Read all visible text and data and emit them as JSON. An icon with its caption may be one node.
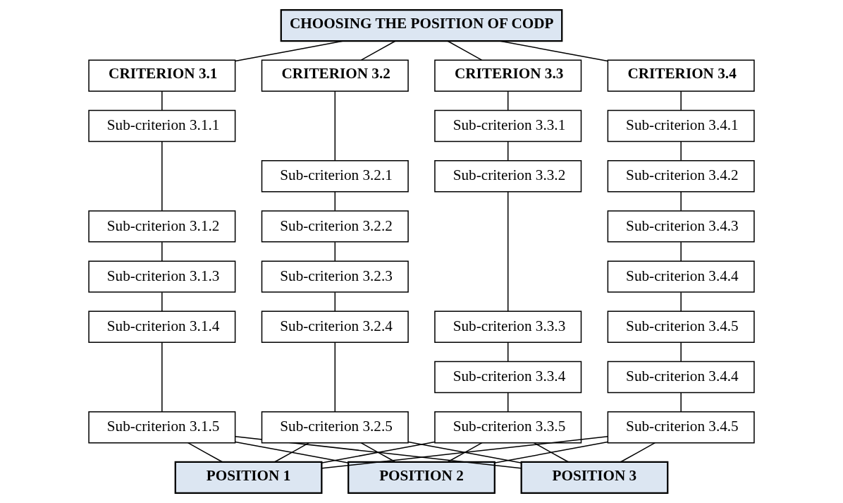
{
  "diagram": {
    "nodes": [
      {
        "text": [
          "CHOOSING THE POSITION OF CODP"
        ]
      },
      {
        "text": [
          "CRITERION 3.1"
        ]
      },
      {
        "text": [
          "CRITERION 3.2"
        ]
      },
      {
        "text": [
          "CRITERION 3.3"
        ]
      },
      {
        "text": [
          "CRITERION 3.4"
        ]
      },
      {
        "text": [
          "Sub-criterion 3.1.1"
        ]
      },
      {
        "text": [
          "Sub-criterion 3.1.2"
        ]
      },
      {
        "text": [
          "Sub-criterion 3.1.3"
        ]
      },
      {
        "text": [
          "Sub-criterion 3.1.4"
        ]
      },
      {
        "text": [
          "Sub-criterion 3.1.5"
        ]
      },
      {
        "text": [
          "Sub-criterion 3.2.1"
        ]
      },
      {
        "text": [
          "Sub-criterion 3.2.2"
        ]
      },
      {
        "text": [
          "Sub-criterion 3.2.3"
        ]
      },
      {
        "text": [
          "Sub-criterion 3.2.4"
        ]
      },
      {
        "text": [
          "Sub-criterion 3.2.5"
        ]
      },
      {
        "text": [
          "Sub-criterion 3.3.1"
        ]
      },
      {
        "text": [
          "Sub-criterion 3.3.2"
        ]
      },
      {
        "text": [
          "Sub-criterion 3.3.3"
        ]
      },
      {
        "text": [
          "Sub-criterion 3.3.4"
        ]
      },
      {
        "text": [
          "Sub-criterion 3.3.5"
        ]
      },
      {
        "text": [
          "Sub-criterion 3.4.1"
        ]
      },
      {
        "text": [
          "Sub-criterion 3.4.2"
        ]
      },
      {
        "text": [
          "Sub-criterion 3.4.3"
        ]
      },
      {
        "text": [
          "Sub-criterion 3.4.4"
        ]
      },
      {
        "text": [
          "Sub-criterion 3.4.5"
        ]
      },
      {
        "text": [
          "Sub-criterion 3.4.4"
        ]
      },
      {
        "text": [
          "Sub-criterion 3.4.5"
        ]
      },
      {
        "text": [
          "POSITION 1"
        ]
      },
      {
        "text": [
          "POSITION 2"
        ]
      },
      {
        "text": [
          "POSITION 3"
        ]
      }
    ],
    "edges": [
      {
        "from": 0,
        "to": 1,
        "arrow": "none"
      },
      {
        "from": 0,
        "to": 2,
        "arrow": "none"
      },
      {
        "from": 0,
        "to": 3,
        "arrow": "none"
      },
      {
        "from": 0,
        "to": 4,
        "arrow": "none"
      },
      {
        "from": 1,
        "to": 5,
        "arrow": "none"
      },
      {
        "from": 5,
        "to": 6,
        "arrow": "none"
      },
      {
        "from": 6,
        "to": 7,
        "arrow": "none"
      },
      {
        "from": 7,
        "to": 8,
        "arrow": "none"
      },
      {
        "from": 8,
        "to": 9,
        "arrow": "none"
      },
      {
        "from": 2,
        "to": 10,
        "arrow": "none"
      },
      {
        "from": 10,
        "to": 11,
        "arrow": "none"
      },
      {
        "from": 11,
        "to": 12,
        "arrow": "none"
      },
      {
        "from": 12,
        "to": 13,
        "arrow": "none"
      },
      {
        "from": 13,
        "to": 14,
        "arrow": "none"
      },
      {
        "from": 3,
        "to": 15,
        "arrow": "none"
      },
      {
        "from": 15,
        "to": 16,
        "arrow": "none"
      },
      {
        "from": 16,
        "to": 17,
        "arrow": "none"
      },
      {
        "from": 17,
        "to": 18,
        "arrow": "none"
      },
      {
        "from": 18,
        "to": 19,
        "arrow": "none"
      },
      {
        "from": 4,
        "to": 20,
        "arrow": "none"
      },
      {
        "from": 20,
        "to": 21,
        "arrow": "none"
      },
      {
        "from": 21,
        "to": 22,
        "arrow": "none"
      },
      {
        "from": 22,
        "to": 23,
        "arrow": "none"
      },
      {
        "from": 23,
        "to": 24,
        "arrow": "none"
      },
      {
        "from": 24,
        "to": 25,
        "arrow": "none"
      },
      {
        "from": 25,
        "to": 26,
        "arrow": "none"
      },
      {
        "from": 9,
        "to": 27,
        "arrow": "none"
      },
      {
        "from": 9,
        "to": 28,
        "arrow": "none"
      },
      {
        "from": 9,
        "to": 29,
        "arrow": "none"
      },
      {
        "from": 14,
        "to": 27,
        "arrow": "none"
      },
      {
        "from": 14,
        "to": 28,
        "arrow": "none"
      },
      {
        "from": 14,
        "to": 29,
        "arrow": "none"
      },
      {
        "from": 19,
        "to": 27,
        "arrow": "none"
      },
      {
        "from": 19,
        "to": 28,
        "arrow": "none"
      },
      {
        "from": 19,
        "to": 29,
        "arrow": "none"
      },
      {
        "from": 26,
        "to": 27,
        "arrow": "none"
      },
      {
        "from": 26,
        "to": 28,
        "arrow": "none"
      },
      {
        "from": 26,
        "to": 29,
        "arrow": "none"
      }
    ]
  }
}
